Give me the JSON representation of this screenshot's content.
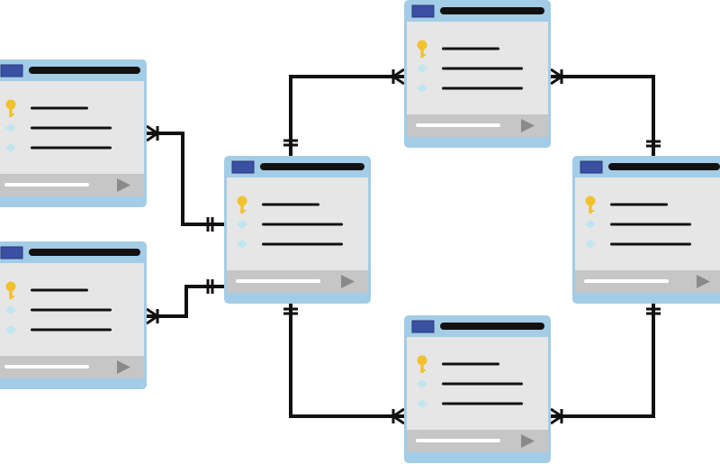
{
  "diagram": {
    "type": "entity-relationship",
    "colors": {
      "header": "#a3cce6",
      "header_icon": "#3b4fa3",
      "title_bar": "#111111",
      "body": "#e6e6e6",
      "footer": "#c6c6c6",
      "footer_bar": "#ffffff",
      "arrow": "#8a8a8a",
      "bottom_strip": "#a3cce6",
      "key": "#f2c12e",
      "field_marker": "#bfe6ef",
      "line": "#111111"
    },
    "tables": [
      {
        "id": "left-top",
        "fields": [
          {
            "icon": "key-icon"
          },
          {
            "icon": "diamond-icon"
          },
          {
            "icon": "diamond-icon"
          }
        ]
      },
      {
        "id": "left-bottom",
        "fields": [
          {
            "icon": "key-icon"
          },
          {
            "icon": "diamond-icon"
          },
          {
            "icon": "diamond-icon"
          }
        ]
      },
      {
        "id": "center",
        "fields": [
          {
            "icon": "key-icon"
          },
          {
            "icon": "diamond-icon"
          },
          {
            "icon": "diamond-icon"
          }
        ]
      },
      {
        "id": "top",
        "fields": [
          {
            "icon": "key-icon"
          },
          {
            "icon": "diamond-icon"
          },
          {
            "icon": "diamond-icon"
          }
        ]
      },
      {
        "id": "bottom",
        "fields": [
          {
            "icon": "key-icon"
          },
          {
            "icon": "diamond-icon"
          },
          {
            "icon": "diamond-icon"
          }
        ]
      },
      {
        "id": "right",
        "fields": [
          {
            "icon": "key-icon"
          },
          {
            "icon": "diamond-icon"
          },
          {
            "icon": "diamond-icon"
          }
        ]
      }
    ],
    "relationships": [
      {
        "from": "left-top",
        "to": "center",
        "cardinality": "one-to-many"
      },
      {
        "from": "left-bottom",
        "to": "center",
        "cardinality": "one-to-many"
      },
      {
        "from": "center",
        "to": "top",
        "cardinality": "one-to-many"
      },
      {
        "from": "center",
        "to": "bottom",
        "cardinality": "one-to-many"
      },
      {
        "from": "right",
        "to": "top",
        "cardinality": "one-to-many"
      },
      {
        "from": "right",
        "to": "bottom",
        "cardinality": "one-to-many"
      }
    ]
  }
}
